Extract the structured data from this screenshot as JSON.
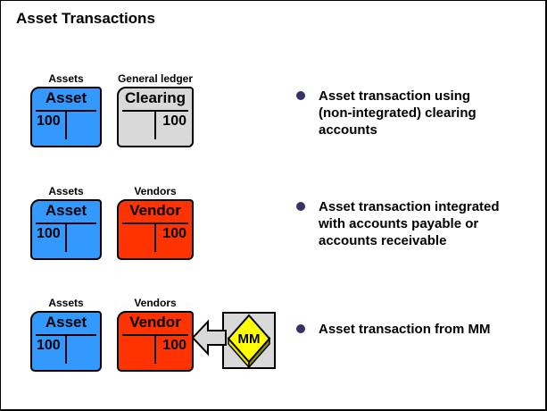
{
  "title": "Asset Transactions",
  "colors": {
    "asset_box": "#3399FF",
    "clearing_box": "#D9D9D9",
    "vendor_box": "#FF3300",
    "mm_panel": "#D9D9D9",
    "mm_diamond": "#FFFF00",
    "bullet_dot": "#333366",
    "border": "#000000",
    "background": "#FFFFFF"
  },
  "rows": [
    {
      "left_account": {
        "category": "Assets",
        "name": "Asset",
        "debit": "100"
      },
      "right_account": {
        "category": "General ledger",
        "name": "Clearing",
        "credit": "100"
      },
      "bullet_lines": [
        "Asset transaction using",
        "(non-integrated) clearing",
        "accounts"
      ]
    },
    {
      "left_account": {
        "category": "Assets",
        "name": "Asset",
        "debit": "100"
      },
      "right_account": {
        "category": "Vendors",
        "name": "Vendor",
        "credit": "100"
      },
      "bullet_lines": [
        "Asset transaction integrated",
        "with accounts payable or",
        "accounts receivable"
      ]
    },
    {
      "left_account": {
        "category": "Assets",
        "name": "Asset",
        "debit": "100"
      },
      "right_account": {
        "category": "Vendors",
        "name": "Vendor",
        "credit": "100"
      },
      "bullet_lines": [
        "Asset transaction from MM"
      ],
      "mm": {
        "label": "MM"
      }
    }
  ]
}
